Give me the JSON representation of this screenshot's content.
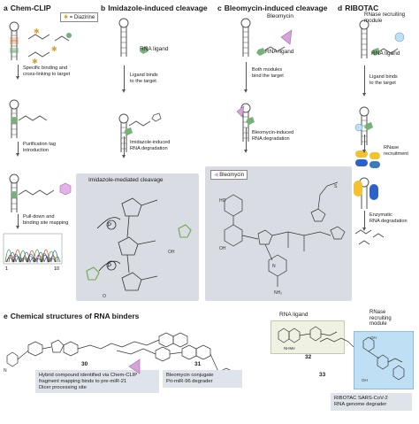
{
  "panels": {
    "a": {
      "letter": "a",
      "title": "Chem-CLIP",
      "legend": "= Diazirine",
      "steps": [
        "Specific binding and\ncross-linking to target",
        "Purification tag\nintroduction",
        "Pull-down and\nbinding site mapping"
      ],
      "axis_start": "1",
      "axis_end": "10"
    },
    "b": {
      "letter": "b",
      "title": "Imidazole-induced cleavage",
      "ligand": "RNA ligand",
      "steps": [
        "Ligand binds\nto the target",
        "Imidazole-induced\nRNA degradation"
      ],
      "box_title": "Imidazole-mediated cleavage"
    },
    "c": {
      "letter": "c",
      "title": "Bleomycin-induced cleavage",
      "module": "Bleomycin",
      "ligand": "RNA ligand",
      "steps": [
        "Both modules\nbind the target",
        "Bleomycin-induced\nRNA degradation"
      ],
      "box_legend": "Bleomycin"
    },
    "d": {
      "letter": "d",
      "title": "RIBOTAC",
      "module": "RNase recruiting\nmodule",
      "ligand": "RNA ligand",
      "steps": [
        "Ligand binds\nto the target",
        "RNase\nrecruitment",
        "Enzymatic\nRNA degradation"
      ]
    },
    "e": {
      "letter": "e",
      "title": "Chemical structures of RNA binders",
      "rna_ligand": "RNA ligand",
      "rnase_module": "RNase\nrecruiting\nmodule",
      "compounds": [
        {
          "number": "30",
          "caption": "Hybrid compound identified via Chem-CLIP\nfragment mapping binds to pre-miR-21\nDicer processing site"
        },
        {
          "number": "31",
          "caption": "Bleomycin conjugate\nPri-miR-96 degrader"
        },
        {
          "number": "32",
          "caption": ""
        },
        {
          "number": "33",
          "caption": "RIBOTAC SARS-CoV-2\nRNA genome degrader"
        }
      ]
    }
  },
  "colors": {
    "box_grey": "#d9dce3",
    "ligand_green": "#6aa84f",
    "bleomycin_pink": "#d6a3d8",
    "ribotac_blue": "#bfdff5",
    "rnase_yellow": "#f2c230",
    "purification_pink": "#e3b3e8",
    "seq_green": "#2e9c3a",
    "seq_red": "#d93a2b",
    "seq_blue": "#2b63c9",
    "seq_black": "#222222"
  }
}
